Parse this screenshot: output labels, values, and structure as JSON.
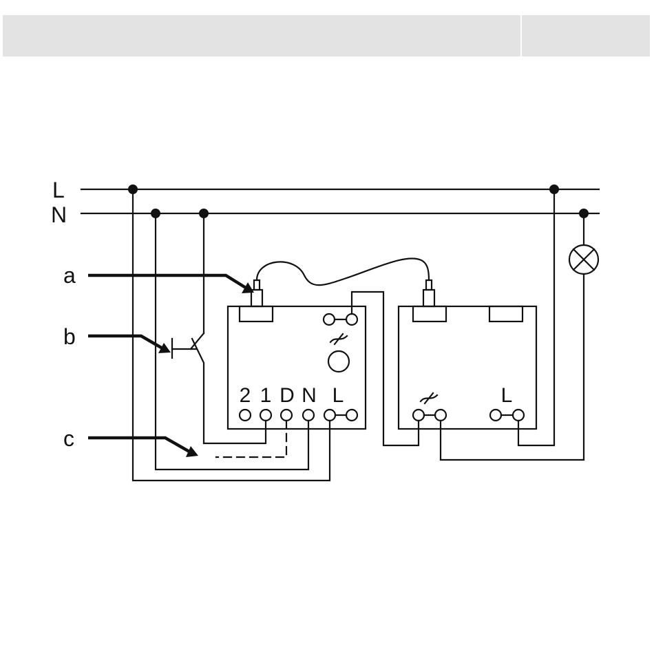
{
  "header": {
    "title": ""
  },
  "diagram": {
    "bus_labels": {
      "line": "L",
      "neutral": "N"
    },
    "callouts": {
      "a": "a",
      "b": "b",
      "c": "c"
    },
    "dimmer_terminals": [
      "2",
      "1",
      "D",
      "N",
      "L"
    ],
    "extension_terminals": {
      "dim": "~",
      "line": "L"
    },
    "colors": {
      "ink": "#111111",
      "header_bar": "#e3e3e3"
    }
  }
}
